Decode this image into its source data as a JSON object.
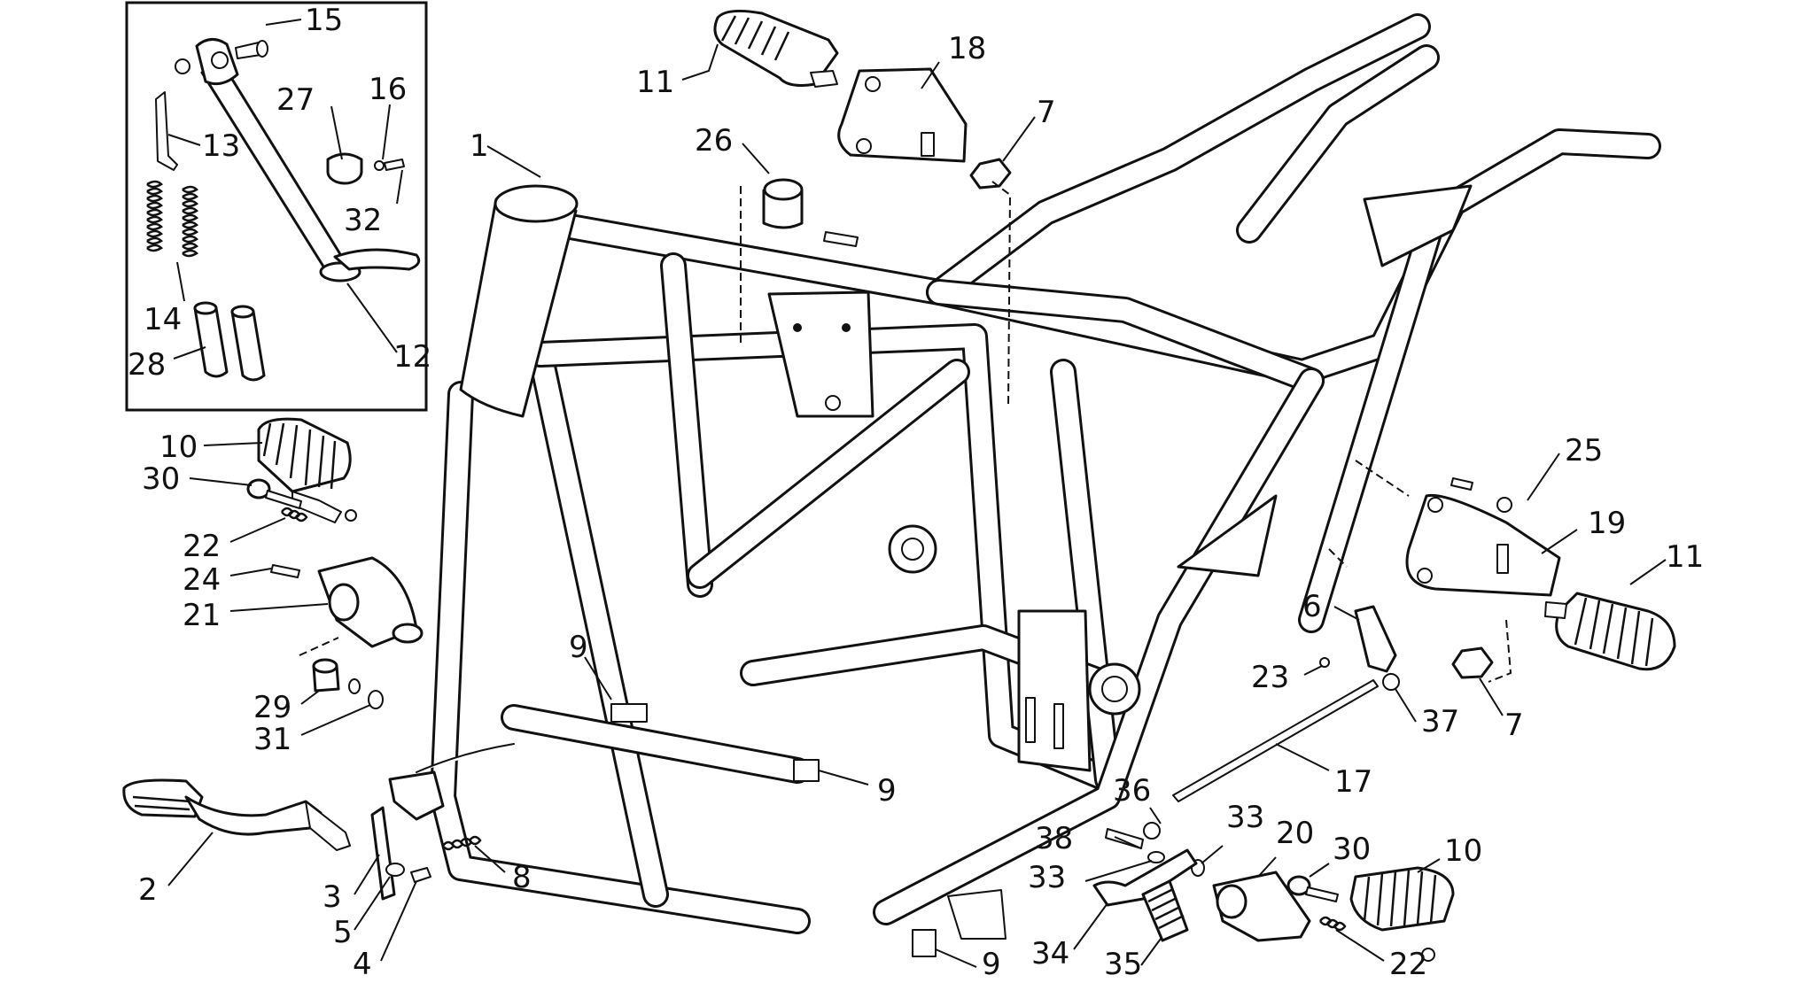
{
  "labels": [
    {
      "id": "l15a",
      "text": "15"
    },
    {
      "id": "l27",
      "text": "27"
    },
    {
      "id": "l16",
      "text": "16"
    },
    {
      "id": "l13",
      "text": "13"
    },
    {
      "id": "l32",
      "text": "32"
    },
    {
      "id": "l14",
      "text": "14"
    },
    {
      "id": "l28",
      "text": "28"
    },
    {
      "id": "l12",
      "text": "12"
    },
    {
      "id": "l11a",
      "text": "11"
    },
    {
      "id": "l18",
      "text": "18"
    },
    {
      "id": "l7a",
      "text": "7"
    },
    {
      "id": "l26",
      "text": "26"
    },
    {
      "id": "l1",
      "text": "1"
    },
    {
      "id": "l10a",
      "text": "10"
    },
    {
      "id": "l30a",
      "text": "30"
    },
    {
      "id": "l22a",
      "text": "22"
    },
    {
      "id": "l24",
      "text": "24"
    },
    {
      "id": "l21",
      "text": "21"
    },
    {
      "id": "l29",
      "text": "29"
    },
    {
      "id": "l31",
      "text": "31"
    },
    {
      "id": "l9a",
      "text": "9"
    },
    {
      "id": "l9b",
      "text": "9"
    },
    {
      "id": "l9c",
      "text": "9"
    },
    {
      "id": "l2",
      "text": "2"
    },
    {
      "id": "l3",
      "text": "3"
    },
    {
      "id": "l5",
      "text": "5"
    },
    {
      "id": "l4",
      "text": "4"
    },
    {
      "id": "l8",
      "text": "8"
    },
    {
      "id": "l25",
      "text": "25"
    },
    {
      "id": "l19",
      "text": "19"
    },
    {
      "id": "l11b",
      "text": "11"
    },
    {
      "id": "l6",
      "text": "6"
    },
    {
      "id": "l23",
      "text": "23"
    },
    {
      "id": "l37",
      "text": "37"
    },
    {
      "id": "l7b",
      "text": "7"
    },
    {
      "id": "l17",
      "text": "17"
    },
    {
      "id": "l36",
      "text": "36"
    },
    {
      "id": "l38",
      "text": "38"
    },
    {
      "id": "l33a",
      "text": "33"
    },
    {
      "id": "l33b",
      "text": "33"
    },
    {
      "id": "l20",
      "text": "20"
    },
    {
      "id": "l30b",
      "text": "30"
    },
    {
      "id": "l10b",
      "text": "10"
    },
    {
      "id": "l34",
      "text": "34"
    },
    {
      "id": "l35",
      "text": "35"
    },
    {
      "id": "l22b",
      "text": "22"
    }
  ]
}
